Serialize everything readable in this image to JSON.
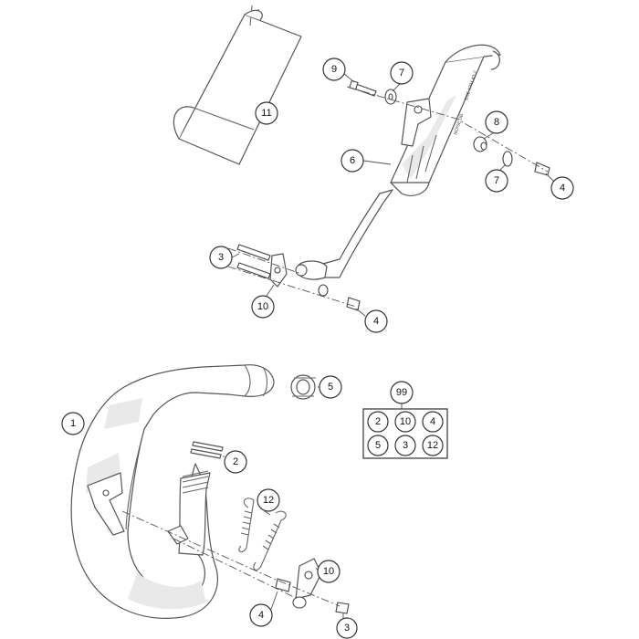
{
  "callouts": [
    {
      "number": "11"
    },
    {
      "number": "9"
    },
    {
      "number": "7"
    },
    {
      "number": "6"
    },
    {
      "number": "8"
    },
    {
      "number": "7"
    },
    {
      "number": "4"
    },
    {
      "number": "3"
    },
    {
      "number": "10"
    },
    {
      "number": "4"
    },
    {
      "number": "5"
    },
    {
      "number": "1"
    },
    {
      "number": "2"
    },
    {
      "number": "12"
    },
    {
      "number": "10"
    },
    {
      "number": "4"
    },
    {
      "number": "3"
    }
  ],
  "kit": {
    "number": "99",
    "items": [
      "2",
      "10",
      "4",
      "5",
      "3",
      "12"
    ]
  },
  "muffler_label_lines": [
    "ESE KTM 43-2",
    "NOISE DB"
  ]
}
